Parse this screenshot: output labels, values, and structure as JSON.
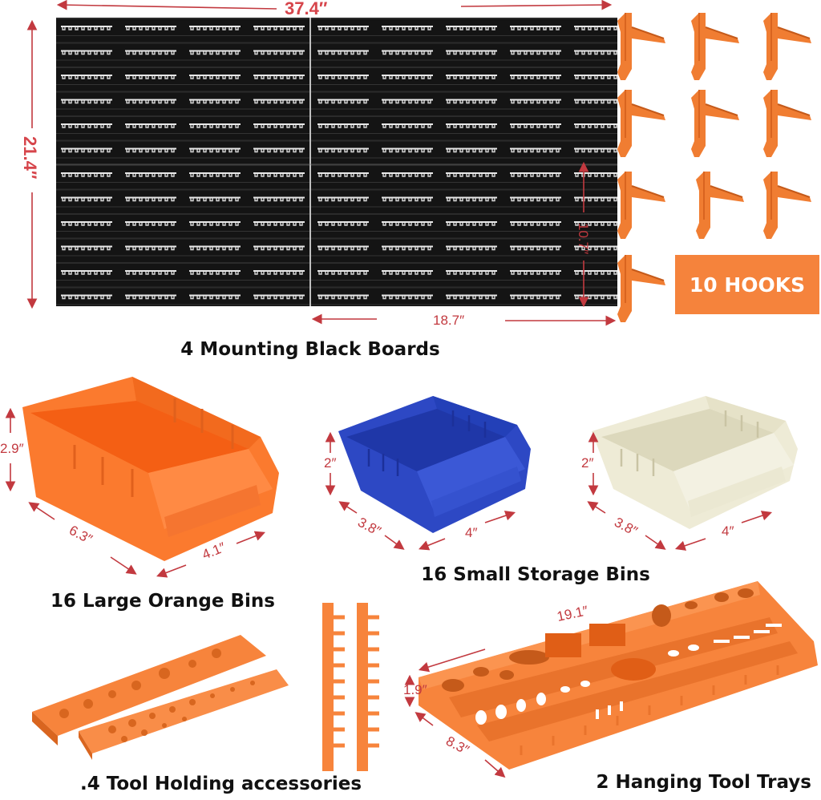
{
  "boards": {
    "caption": "4 Mounting Black Boards",
    "width_label": "37.4″",
    "height_label": "21.4″",
    "half_height_label": "10.7″",
    "half_width_label": "18.7″",
    "color": "#111111"
  },
  "hooks": {
    "badge": "10 HOOKS",
    "count": 10,
    "color": "#f07d32"
  },
  "large_bin": {
    "caption": "16 Large Orange Bins",
    "height_label": "2.9″",
    "length_label": "6.3″",
    "width_label": "4.1″",
    "color": "#fb7a2e"
  },
  "small_bins": {
    "caption": "16 Small Storage Bins",
    "blue": {
      "height_label": "2″",
      "length_label": "3.8″",
      "width_label": "4″",
      "color": "#2d48c4"
    },
    "cream": {
      "height_label": "2″",
      "length_label": "3.8″",
      "width_label": "4″",
      "color": "#eeebd6"
    }
  },
  "accessories": {
    "caption": ".4 Tool Holding accessories",
    "color": "#f7843c"
  },
  "trays": {
    "caption": "2 Hanging Tool Trays",
    "length_label": "19.1″",
    "height_label": "1.9″",
    "depth_label": "8.3″",
    "color": "#f7843c"
  }
}
